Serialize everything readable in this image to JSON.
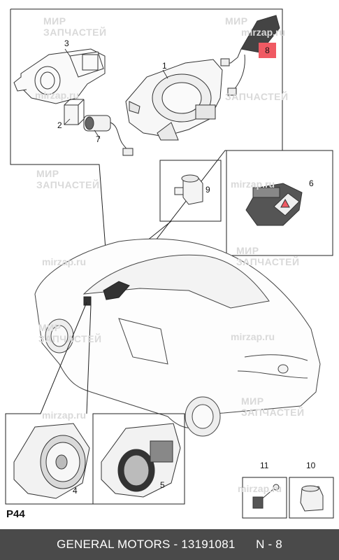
{
  "watermark": {
    "brand_line1": "МИР",
    "brand_line2": "ЗАПЧАСТЕЙ",
    "url": "mirzap.ru"
  },
  "callouts": {
    "part_1": "1",
    "part_2": "2",
    "part_3": "3",
    "part_4": "4",
    "part_5": "5",
    "part_6": "6",
    "part_7": "7",
    "part_8": "8",
    "part_9": "9",
    "part_10": "10",
    "part_11": "11"
  },
  "page_code": "P44",
  "footer": {
    "manufacturer": "GENERAL MOTORS",
    "separator": "-",
    "part_number": "13191081",
    "position_label": "N - 8"
  },
  "colors": {
    "highlight": "#f05a63",
    "footer_bg": "#4a4a4a",
    "line": "#222222",
    "watermark": "#d9d9d9"
  }
}
